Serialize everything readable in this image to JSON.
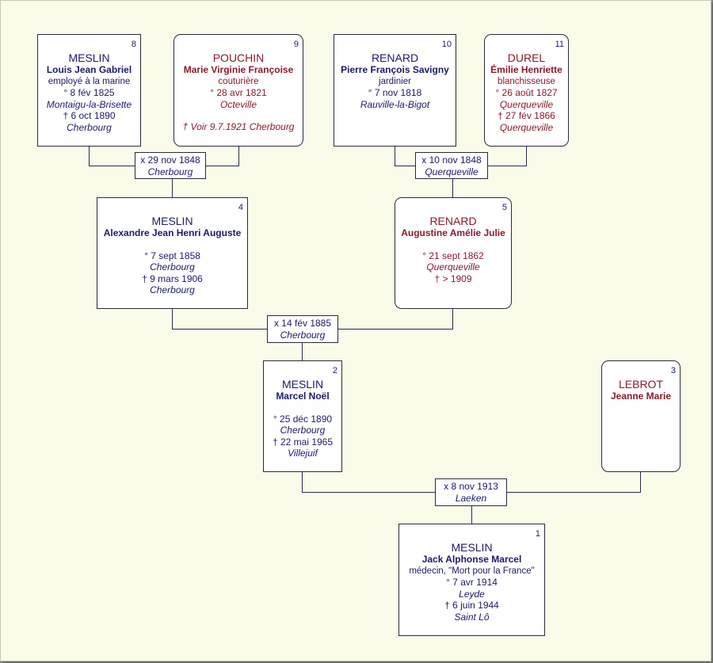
{
  "people": {
    "p1": {
      "num": "1",
      "surname": "MESLIN",
      "given": "Jack Alphonse Marcel",
      "occupation": "médecin, \"Mort pour la France\"",
      "birth_date": "° 7 avr 1914",
      "birth_place": "Leyde",
      "death_date": "† 6 juin 1944",
      "death_place": "Saint Lô"
    },
    "p2": {
      "num": "2",
      "surname": "MESLIN",
      "given": "Marcel Noël",
      "birth_date": "° 25 déc 1890",
      "birth_place": "Cherbourg",
      "death_date": "† 22 mai 1965",
      "death_place": "Villejuif"
    },
    "p3": {
      "num": "3",
      "surname": "LEBROT",
      "given": "Jeanne Marie"
    },
    "p4": {
      "num": "4",
      "surname": "MESLIN",
      "given": "Alexandre Jean Henri Auguste",
      "birth_date": "° 7 sept 1858",
      "birth_place": "Cherbourg",
      "death_date": "† 9 mars 1906",
      "death_place": "Cherbourg"
    },
    "p5": {
      "num": "5",
      "surname": "RENARD",
      "given": "Augustine Amélie Julie",
      "birth_date": "° 21 sept 1862",
      "birth_place": "Querqueville",
      "death_date": "† > 1909"
    },
    "p8": {
      "num": "8",
      "surname": "MESLIN",
      "given": "Louis Jean Gabriel",
      "occupation": "employé à la marine",
      "birth_date": "° 8 fév 1825",
      "birth_place": "Montaigu-la-Brisette",
      "death_date": "† 6 oct 1890",
      "death_place": "Cherbourg"
    },
    "p9": {
      "num": "9",
      "surname": "POUCHIN",
      "given": "Marie Virginie Françoise",
      "occupation": "couturière",
      "birth_date": "° 28 avr 1821",
      "birth_place": "Octeville",
      "note": "† Voir 9.7.1921 Cherbourg"
    },
    "p10": {
      "num": "10",
      "surname": "RENARD",
      "given": "Pierre François Savigny",
      "occupation": "jardinier",
      "birth_date": "° 7 nov 1818",
      "birth_place": "Rauville-la-Bigot"
    },
    "p11": {
      "num": "11",
      "surname": "DUREL",
      "given": "Émilie Henriette",
      "occupation": "blanchisseuse",
      "birth_date": "° 26 août 1827",
      "birth_place": "Querqueville",
      "death_date": "† 27 fév 1866",
      "death_place": "Querqueville"
    }
  },
  "marriages": {
    "m8_9": {
      "date": "x 29 nov 1848",
      "place": "Cherbourg"
    },
    "m10_11": {
      "date": "x 10 nov 1848",
      "place": "Querqueville"
    },
    "m4_5": {
      "date": "x 14 fév 1885",
      "place": "Cherbourg"
    },
    "m2_3": {
      "date": "x 8 nov 1913",
      "place": "Laeken"
    }
  },
  "colors": {
    "male": "#1a1a6a",
    "female": "#8a1a2a",
    "line": "#2a2a3a",
    "background": "#fbfbea"
  }
}
